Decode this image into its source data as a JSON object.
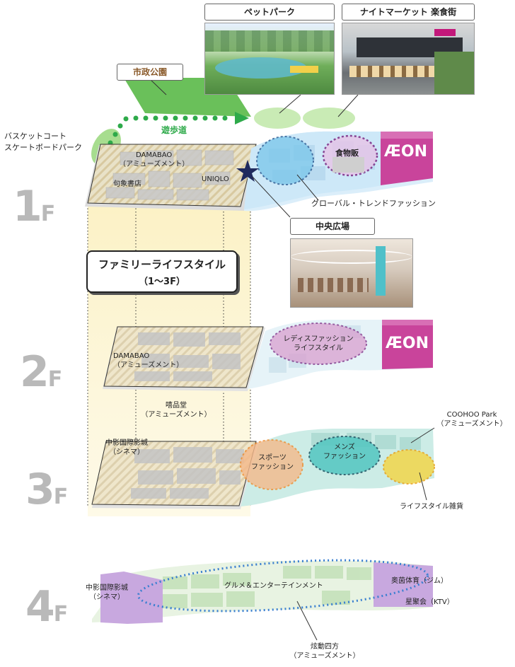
{
  "colors": {
    "park_green": "#6ac05a",
    "walkway_green": "#2eaa4a",
    "family_yellow": "#f6e27a",
    "aeon_magenta": "#c2187a",
    "blue_zone": "#7ac6ea",
    "purple_zone": "#c679c9",
    "teal_zone": "#53c6c1",
    "orange_zone": "#f5a95a",
    "yellow_zone": "#f2d64a",
    "floor_gray": "#b9b9b9"
  },
  "outdoor": {
    "pet_park": "ペットパーク",
    "night_market": "ナイトマーケット 楽食街",
    "city_park": "市政公園",
    "walkway": "遊歩道",
    "basketball_line1": "バスケットコート",
    "basketball_line2": "スケートボードパーク"
  },
  "floor1": {
    "label_num": "1",
    "label_suffix": "F",
    "damabao_line1": "DAMABAO",
    "damabao_line2": "（アミューズメント）",
    "bookstore": "句象書店",
    "uniqlo": "UNIQLO",
    "food": "食物販",
    "aeon": "ÆON",
    "global_trend": "グローバル・トレンドファッション",
    "central_plaza": "中央広場"
  },
  "family": {
    "title": "ファミリーライフスタイル",
    "floors": "（1～3F）"
  },
  "floor2": {
    "label_num": "2",
    "label_suffix": "F",
    "damabao_line1": "DAMABAO",
    "damabao_line2": "（アミューズメント）",
    "ladies_line1": "レディスファッション",
    "ladies_line2": "ライフスタイル",
    "aeon": "ÆON"
  },
  "floor3": {
    "label_num": "3",
    "label_suffix": "F",
    "xipin_line1": "嘻品堂",
    "xipin_line2": "（アミューズメント）",
    "cinema_line1": "中影国際影城",
    "cinema_line2": "（シネマ）",
    "sports_line1": "スポーツ",
    "sports_line2": "ファッション",
    "mens_line1": "メンズ",
    "mens_line2": "ファッション",
    "coohoo_line1": "COOHOO Park",
    "coohoo_line2": "（アミューズメント）",
    "lifestyle_goods": "ライフスタイル雑貨"
  },
  "floor4": {
    "label_num": "4",
    "label_suffix": "F",
    "cinema_line1": "中影国際影城",
    "cinema_line2": "（シネマ）",
    "gourmet": "グルメ＆エンターテインメント",
    "gym": "奥茵体育（ジム）",
    "ktv": "星聚会（KTV）",
    "xuandong_line1": "炫動四方",
    "xuandong_line2": "（アミューズメント）"
  }
}
